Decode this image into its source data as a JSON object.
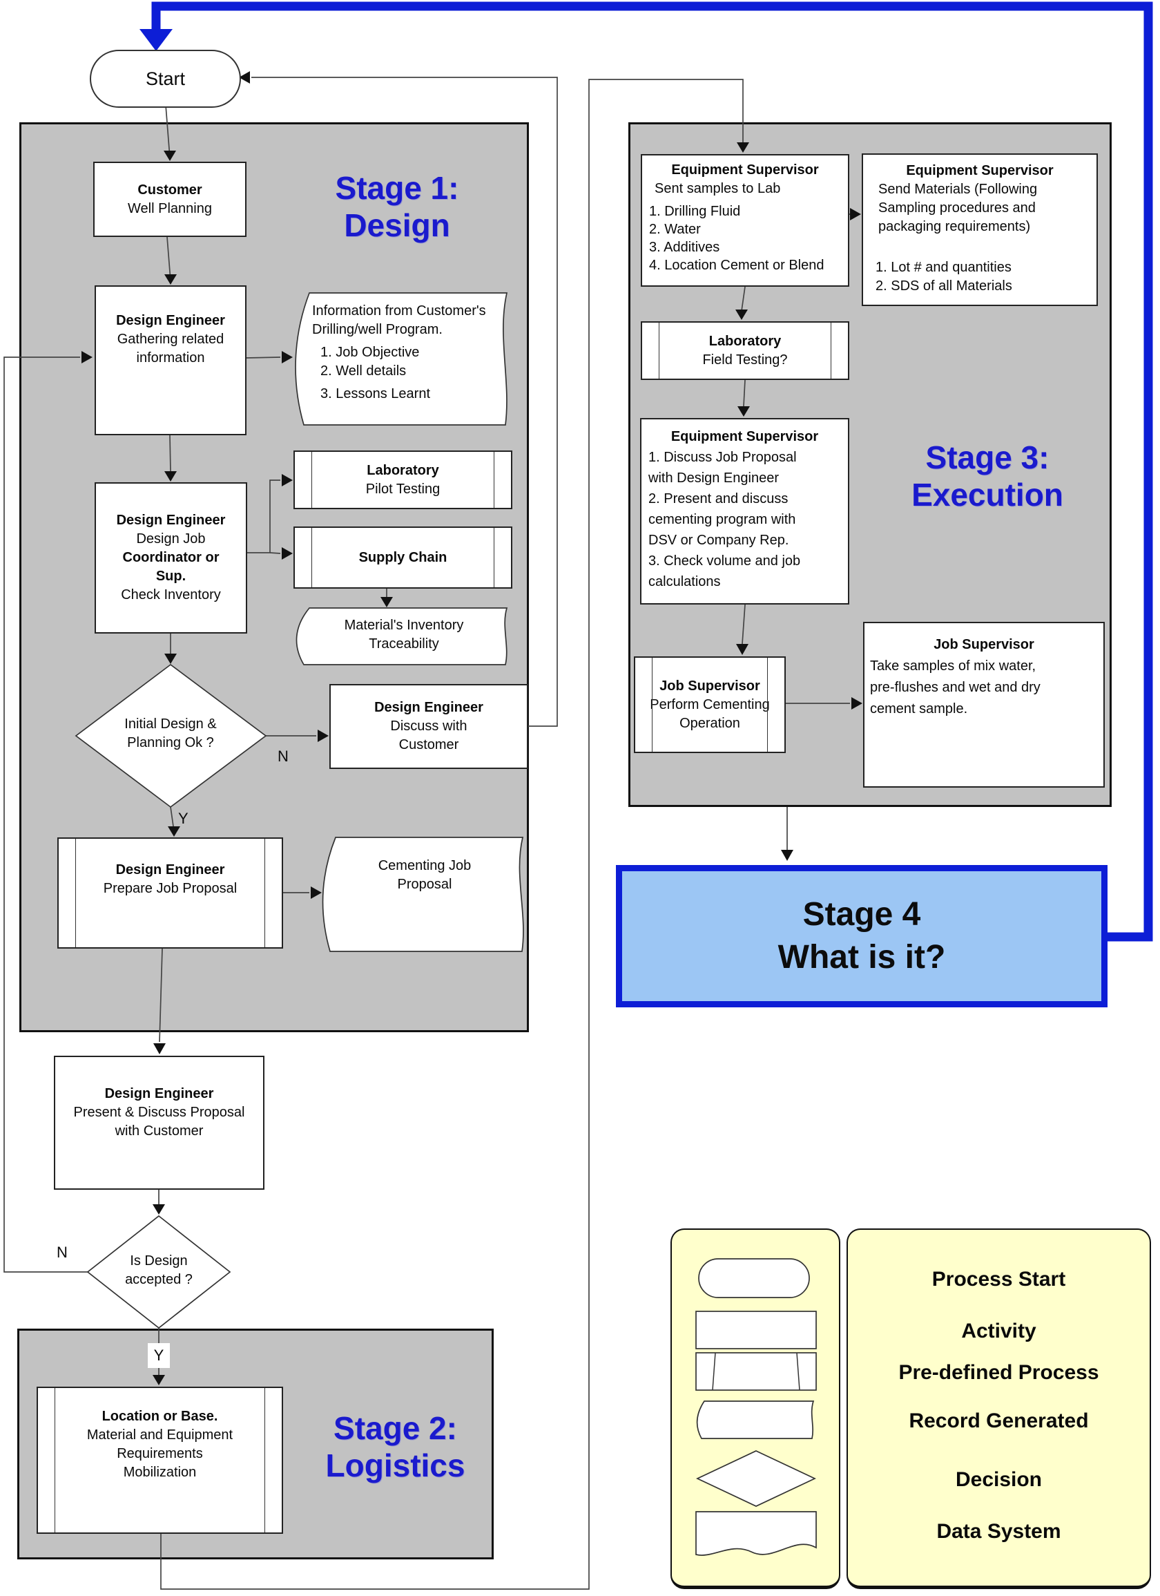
{
  "colors": {
    "gray": "#c2c2c2",
    "blue": "#1a1acd",
    "blueline": "#0d1ed6",
    "s4fill": "#9cc6f4",
    "legend": "#ffffcc",
    "line": "#444444"
  },
  "start": {
    "label": "Start"
  },
  "stage1": {
    "title1": "Stage 1:",
    "title2": "Design",
    "customer": {
      "role": "Customer",
      "task": "Well Planning"
    },
    "gathering": {
      "role": "Design Engineer",
      "t1": "Gathering related",
      "t2": "information"
    },
    "info_doc": {
      "l1": "Information from Customer's",
      "l2": "Drilling/well Program.",
      "l3": "1. Job Objective",
      "l4": "2. Well details",
      "l5": "3. Lessons Learnt"
    },
    "lab_pilot": {
      "role": "Laboratory",
      "task": "Pilot Testing"
    },
    "coordinator": {
      "role": "Design Engineer",
      "t1": "Design Job",
      "t2": "Coordinator or",
      "t3": "Sup.",
      "t4": "Check Inventory"
    },
    "supply": {
      "label": "Supply Chain"
    },
    "material": {
      "t1": "Material's Inventory",
      "t2": "Traceability"
    },
    "decision1": {
      "t1": "Initial Design &",
      "t2": "Planning Ok ?",
      "no": "N",
      "yes": "Y"
    },
    "discuss": {
      "role": "Design Engineer",
      "t1": "Discuss with",
      "t2": "Customer"
    },
    "prepare": {
      "role": "Design Engineer",
      "task": "Prepare Job Proposal"
    },
    "cementing_doc": {
      "t1": "Cementing Job",
      "t2": "Proposal"
    }
  },
  "between": {
    "present": {
      "role": "Design Engineer",
      "t1": "Present & Discuss Proposal",
      "t2": "with Customer"
    },
    "decision2": {
      "t1": "Is Design",
      "t2": "accepted ?",
      "no": "N",
      "yes": "Y"
    }
  },
  "stage2": {
    "title1": "Stage 2:",
    "title2": "Logistics",
    "location": {
      "role": "Location or Base.",
      "t1": "Material  and Equipment",
      "t2": "Requirements",
      "t3": "Mobilization"
    }
  },
  "stage3": {
    "title1": "Stage 3:",
    "title2": "Execution",
    "samples": {
      "role": "Equipment Supervisor",
      "t": "Sent samples to Lab",
      "l1": "1. Drilling Fluid",
      "l2": "2. Water",
      "l3": "3. Additives",
      "l4": "4. Location Cement or Blend"
    },
    "send_materials": {
      "role": "Equipment Supervisor",
      "t1": "Send Materials (Following",
      "t2": "Sampling procedures and",
      "t3": "packaging requirements)",
      "l1": "1. Lot # and quantities",
      "l2": "2. SDS of all Materials"
    },
    "lab_field": {
      "role": "Laboratory",
      "task": "Field Testing?"
    },
    "es_discuss": {
      "role": "Equipment Supervisor",
      "l1": "1. Discuss Job Proposal",
      "l2": "with Design Engineer",
      "l3": "2. Present and discuss",
      "l4": "cementing program with",
      "l5": "DSV or Company Rep.",
      "l6": "3. Check volume and job",
      "l7": "calculations"
    },
    "job_perform": {
      "role": "Job Supervisor",
      "t1": "Perform Cementing",
      "t2": "Operation"
    },
    "job_take": {
      "role": "Job Supervisor",
      "t1": "Take samples of mix water,",
      "t2": "pre-flushes and wet and dry",
      "t3": "cement sample."
    }
  },
  "stage4": {
    "t1": "Stage 4",
    "t2": "What is it?"
  },
  "legend": {
    "items": [
      {
        "label": "Process Start"
      },
      {
        "label": "Activity"
      },
      {
        "label": "Pre-defined Process"
      },
      {
        "label": "Record Generated"
      },
      {
        "label": "Decision"
      },
      {
        "label": "Data System"
      }
    ]
  }
}
